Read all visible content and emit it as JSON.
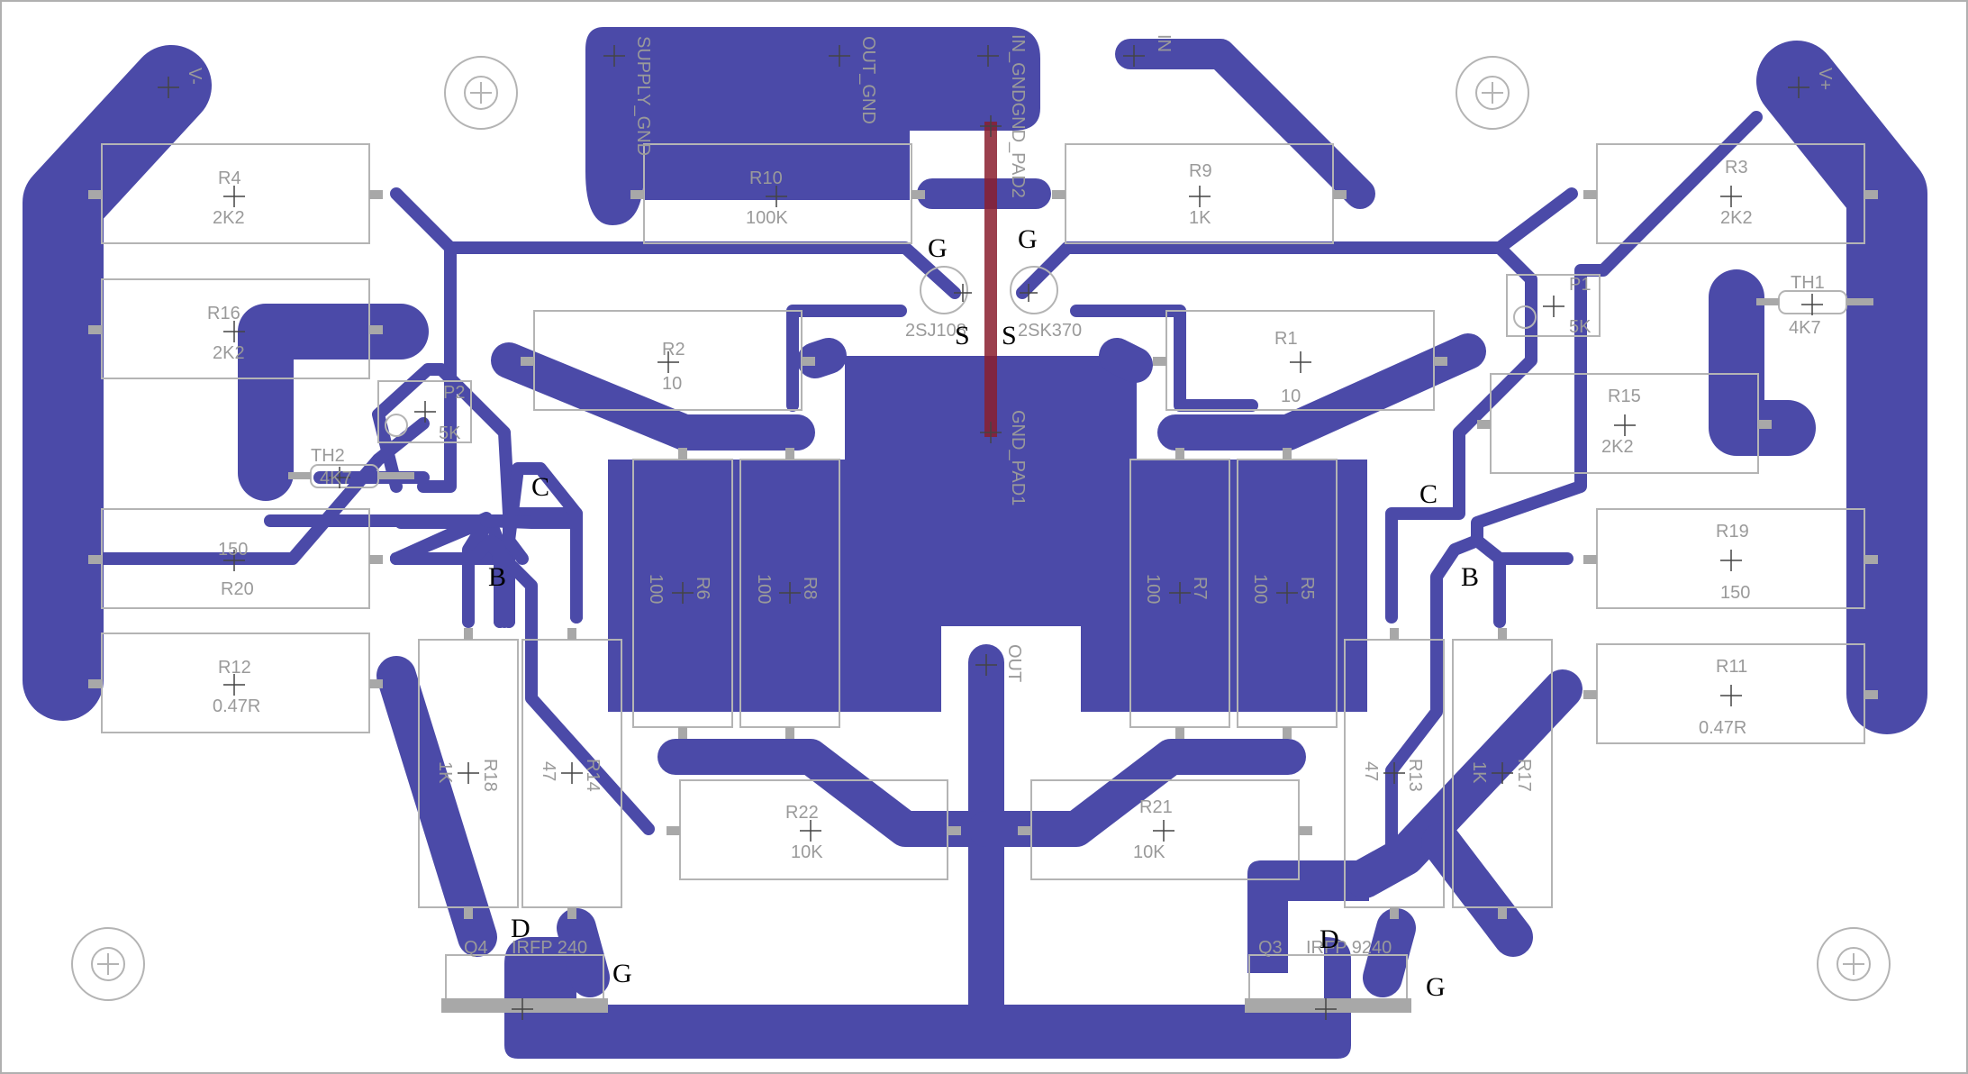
{
  "colors": {
    "copper": "#4b4aa8",
    "silk": "#9a9a9a",
    "outline": "#b4b4b4",
    "jumper": "#8a1e2e",
    "board_edge": "#b0b0b0",
    "pad": "#a8a8a8"
  },
  "pads": {
    "v_minus": "V-",
    "v_plus": "V+",
    "supply_gnd": "SUPPLY_GND",
    "out_gnd": "OUT_GND",
    "in_gnd_gnd_pad2": "IN_GNDGND_PAD2",
    "in": "IN",
    "gnd_pad1": "GND_PAD1",
    "out": "OUT"
  },
  "components": {
    "r1": {
      "name": "R1",
      "value": "10"
    },
    "r2": {
      "name": "R2",
      "value": "10"
    },
    "r3": {
      "name": "R3",
      "value": "2K2"
    },
    "r4": {
      "name": "R4",
      "value": "2K2"
    },
    "r5": {
      "name": "R5",
      "value": "100"
    },
    "r6": {
      "name": "R6",
      "value": "100"
    },
    "r7": {
      "name": "R7",
      "value": "100"
    },
    "r8": {
      "name": "R8",
      "value": "100"
    },
    "r9": {
      "name": "R9",
      "value": "1K"
    },
    "r10": {
      "name": "R10",
      "value": "100K"
    },
    "r11": {
      "name": "R11",
      "value": "0.47R"
    },
    "r12": {
      "name": "R12",
      "value": "0.47R"
    },
    "r13": {
      "name": "R13",
      "value": "47"
    },
    "r14": {
      "name": "R14",
      "value": "47"
    },
    "r15": {
      "name": "R15",
      "value": "2K2"
    },
    "r16": {
      "name": "R16",
      "value": "2K2"
    },
    "r17": {
      "name": "R17",
      "value": "1K"
    },
    "r18": {
      "name": "R18",
      "value": "1K"
    },
    "r19": {
      "name": "R19",
      "value": "150"
    },
    "r20": {
      "name": "R20",
      "value": "150"
    },
    "r21": {
      "name": "R21",
      "value": "10K"
    },
    "r22": {
      "name": "R22",
      "value": "10K"
    },
    "th1": {
      "name": "TH1",
      "value": "4K7"
    },
    "th2": {
      "name": "TH2",
      "value": "4K7"
    },
    "p1": {
      "name": "P1",
      "value": "5K"
    },
    "p2": {
      "name": "P2",
      "value": "5K"
    },
    "q1": {
      "value": "2SK370"
    },
    "q2": {
      "value": "2SJ108"
    },
    "q3": {
      "name": "Q3",
      "value": "IRFP 9240"
    },
    "q4": {
      "name": "Q4",
      "value": "IRFP 240"
    }
  },
  "pin_labels": {
    "g": "G",
    "s": "S",
    "c": "C",
    "b": "B",
    "d": "D"
  }
}
